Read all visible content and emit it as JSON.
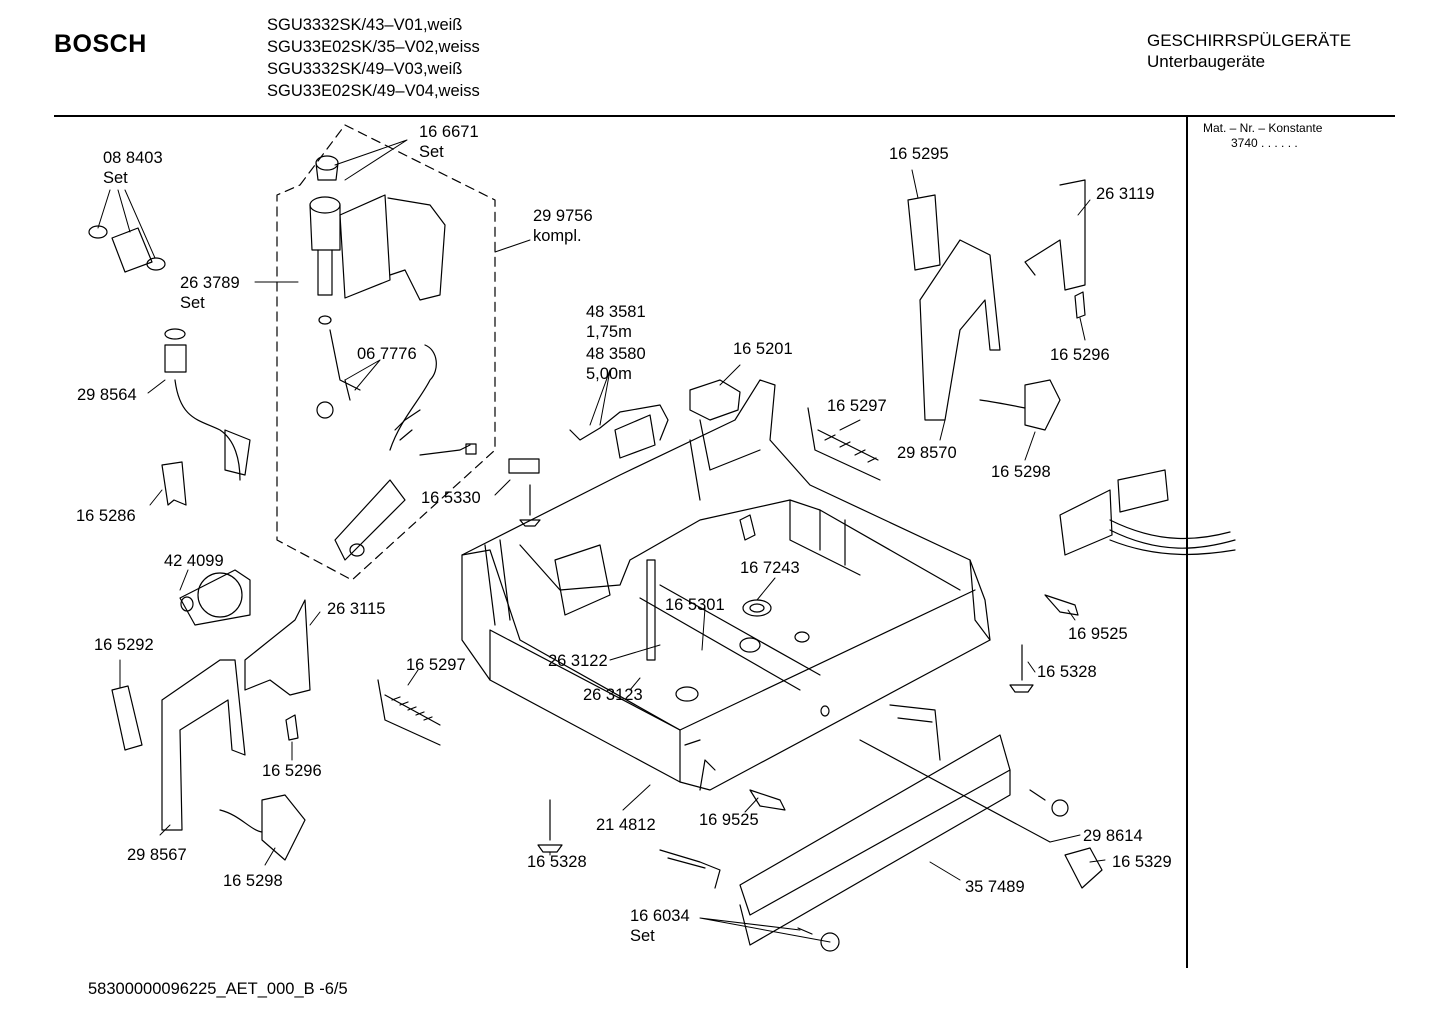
{
  "header": {
    "brand": "BOSCH",
    "models": [
      "SGU3332SK/43–V01,weiß",
      "SGU33E02SK/35–V02,weiss",
      "SGU3332SK/49–V03,weiß",
      "SGU33E02SK/49–V04,weiss"
    ],
    "category": "GESCHIRRSPÜLGERÄTE",
    "subcategory": "Unterbaugeräte"
  },
  "side_panel": {
    "title": "Mat. – Nr. – Konstante",
    "value": "3740  .  .    .  .  .  ."
  },
  "footer": {
    "doc_id": "58300000096225_AET_000_B  -6/5"
  },
  "parts": [
    {
      "id": "p-166671",
      "line1": "16 6671",
      "line2": "Set"
    },
    {
      "id": "p-088403",
      "line1": "08 8403",
      "line2": "Set"
    },
    {
      "id": "p-299756",
      "line1": "29 9756",
      "line2": "kompl."
    },
    {
      "id": "p-263789",
      "line1": "26 3789",
      "line2": "Set"
    },
    {
      "id": "p-067776",
      "line1": "06 7776",
      "line2": ""
    },
    {
      "id": "p-298564",
      "line1": "29 8564",
      "line2": ""
    },
    {
      "id": "p-483581",
      "line1": "48 3581",
      "line2": "1,75m"
    },
    {
      "id": "p-483580",
      "line1": "48 3580",
      "line2": "5,00m"
    },
    {
      "id": "p-165201",
      "line1": "16 5201",
      "line2": ""
    },
    {
      "id": "p-165295",
      "line1": "16 5295",
      "line2": ""
    },
    {
      "id": "p-263119",
      "line1": "26 3119",
      "line2": ""
    },
    {
      "id": "p-165296-r",
      "line1": "16 5296",
      "line2": ""
    },
    {
      "id": "p-165297-r",
      "line1": "16 5297",
      "line2": ""
    },
    {
      "id": "p-298570",
      "line1": "29 8570",
      "line2": ""
    },
    {
      "id": "p-165298-r",
      "line1": "16 5298",
      "line2": ""
    },
    {
      "id": "p-165286",
      "line1": "16 5286",
      "line2": ""
    },
    {
      "id": "p-165330",
      "line1": "16 5330",
      "line2": ""
    },
    {
      "id": "p-424099",
      "line1": "42 4099",
      "line2": ""
    },
    {
      "id": "p-167243",
      "line1": "16 7243",
      "line2": ""
    },
    {
      "id": "p-263115",
      "line1": "26 3115",
      "line2": ""
    },
    {
      "id": "p-165301",
      "line1": "16 5301",
      "line2": ""
    },
    {
      "id": "p-169525-r",
      "line1": "16 9525",
      "line2": ""
    },
    {
      "id": "p-165292",
      "line1": "16 5292",
      "line2": ""
    },
    {
      "id": "p-165297-l",
      "line1": "16 5297",
      "line2": ""
    },
    {
      "id": "p-263122",
      "line1": "26 3122",
      "line2": ""
    },
    {
      "id": "p-165328-r",
      "line1": "16 5328",
      "line2": ""
    },
    {
      "id": "p-263123",
      "line1": "26 3123",
      "line2": ""
    },
    {
      "id": "p-165296-l",
      "line1": "16 5296",
      "line2": ""
    },
    {
      "id": "p-298567",
      "line1": "29 8567",
      "line2": ""
    },
    {
      "id": "p-214812",
      "line1": "21 4812",
      "line2": ""
    },
    {
      "id": "p-169525-l",
      "line1": "16 9525",
      "line2": ""
    },
    {
      "id": "p-298614",
      "line1": "29 8614",
      "line2": ""
    },
    {
      "id": "p-165298-l",
      "line1": "16 5298",
      "line2": ""
    },
    {
      "id": "p-165328-l",
      "line1": "16 5328",
      "line2": ""
    },
    {
      "id": "p-165329",
      "line1": "16 5329",
      "line2": ""
    },
    {
      "id": "p-357489",
      "line1": "35 7489",
      "line2": ""
    },
    {
      "id": "p-166034",
      "line1": "16 6034",
      "line2": "Set"
    }
  ]
}
